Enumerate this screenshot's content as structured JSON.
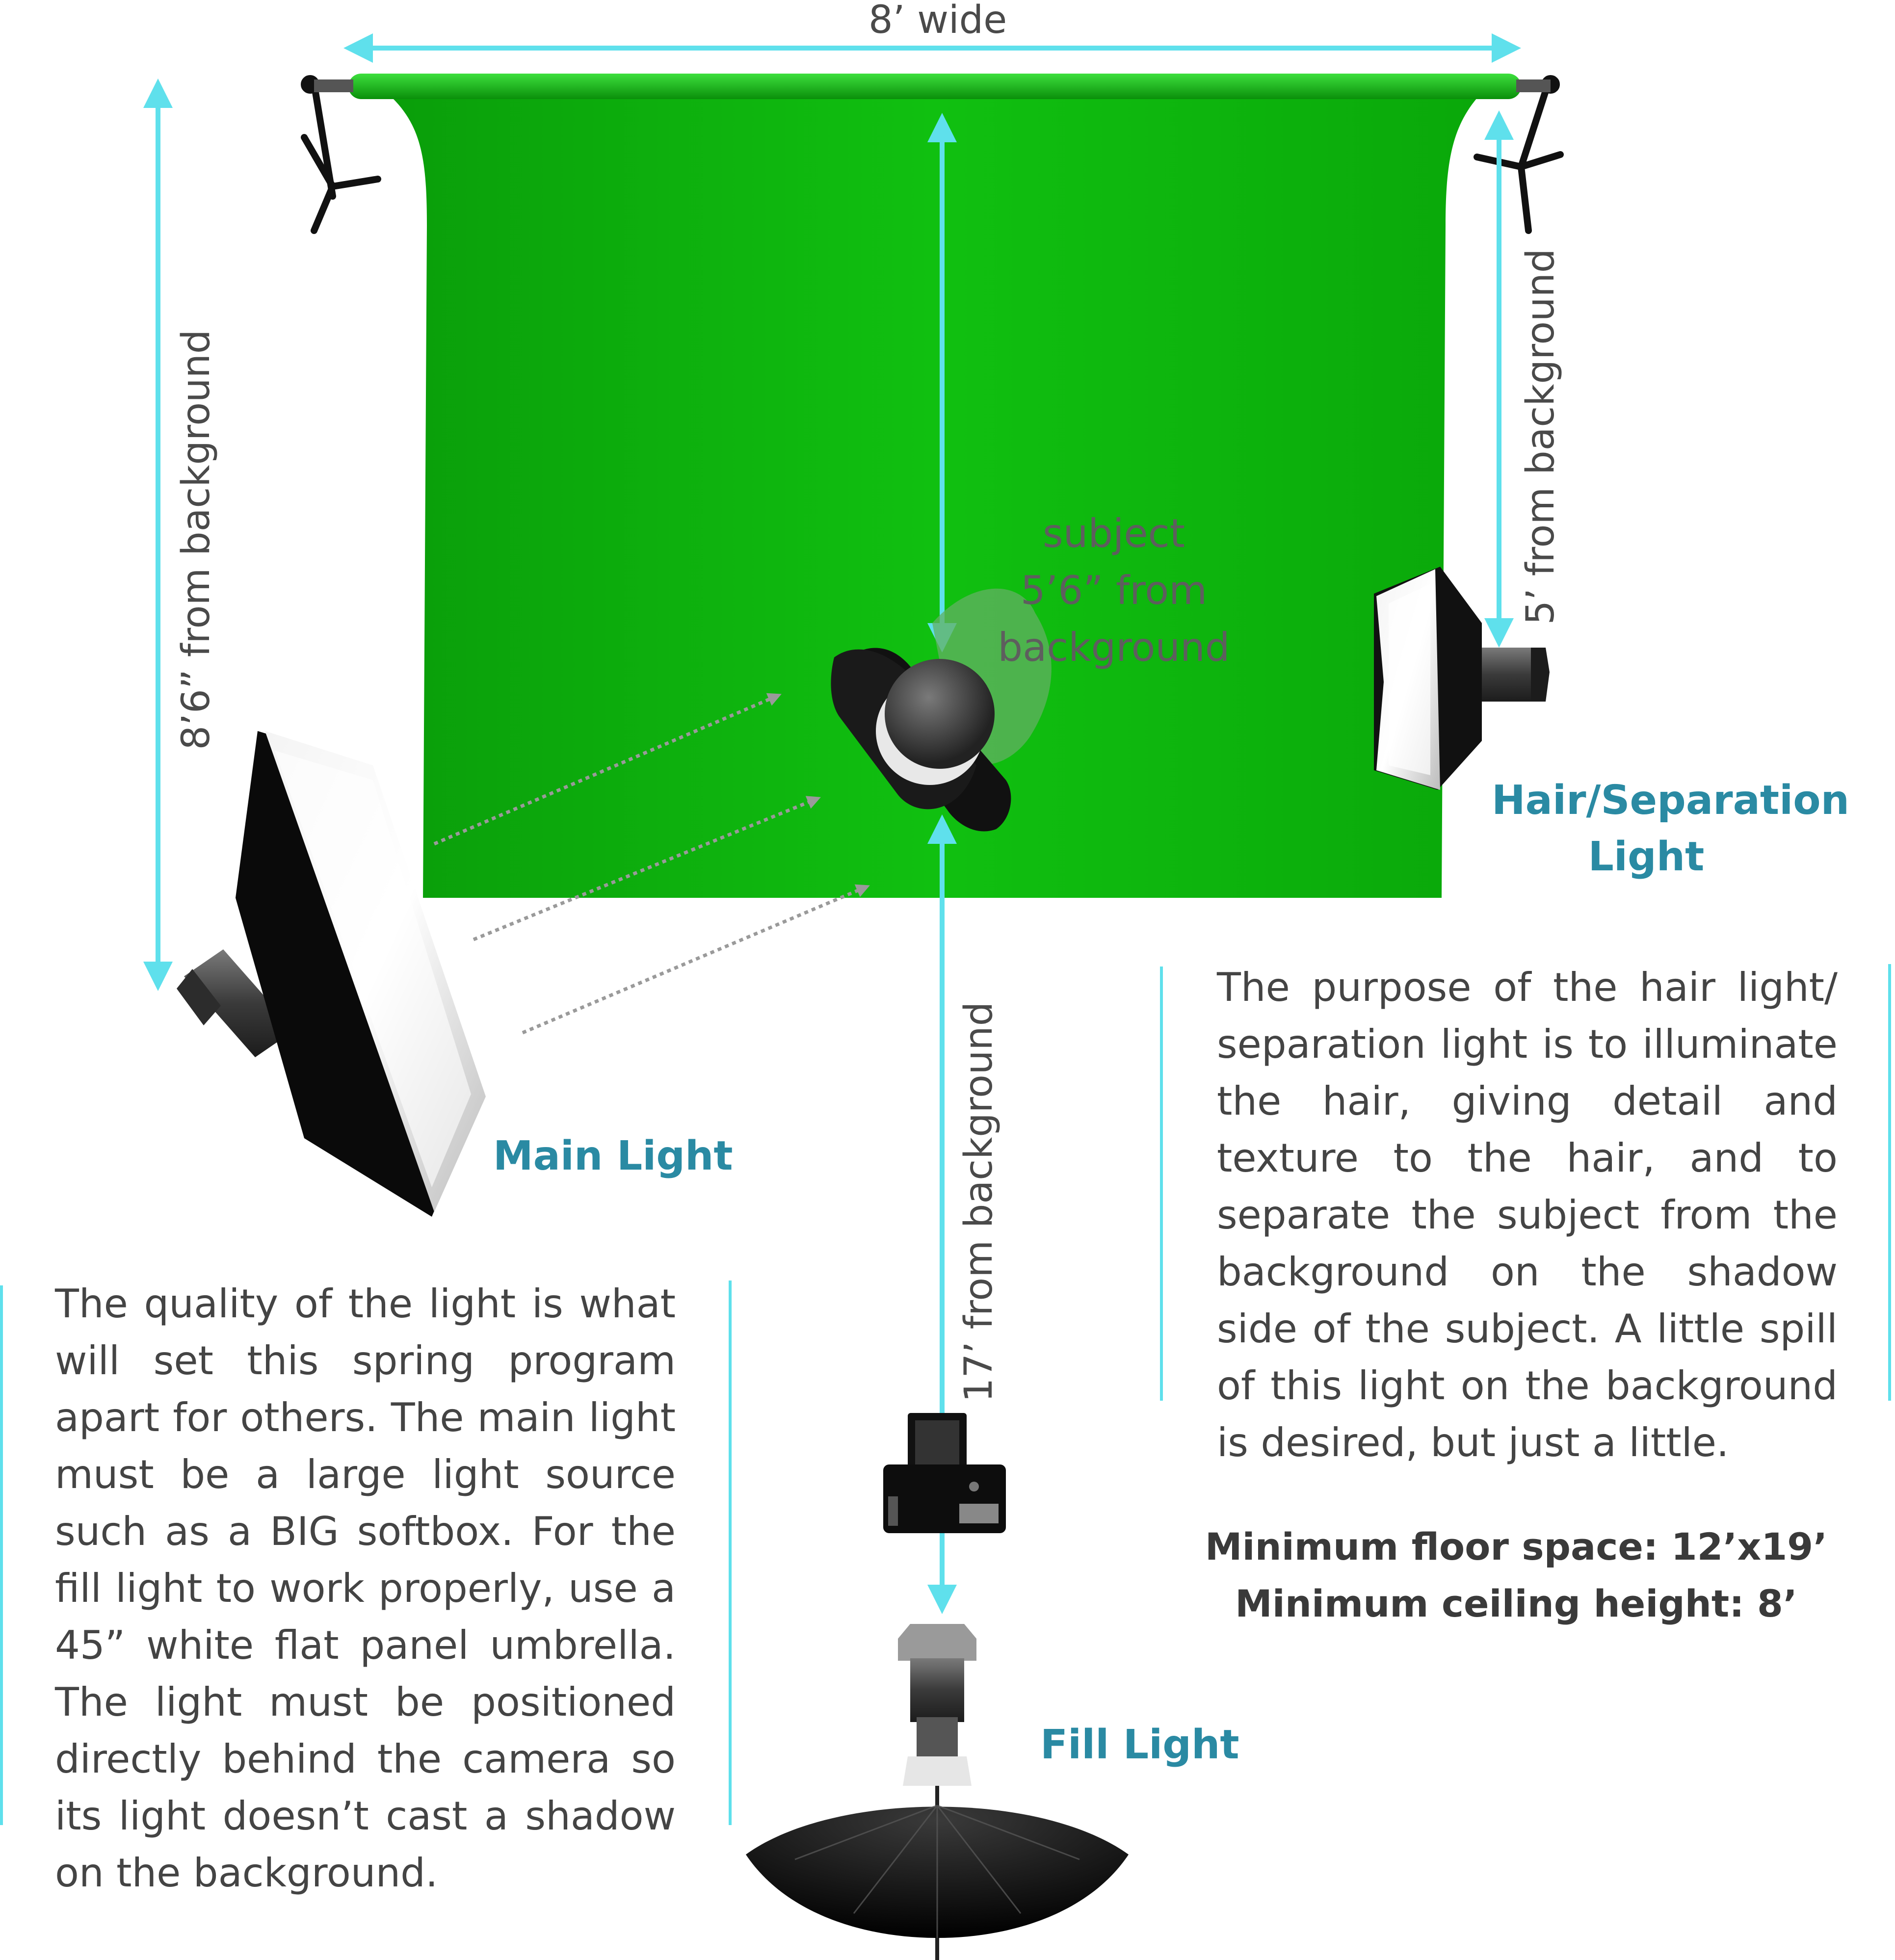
{
  "dimensions": {
    "width": "8’ wide",
    "main_light_distance": "8’6” from background",
    "hair_light_distance": "5’ from background",
    "camera_distance": "17’ from background"
  },
  "subject": {
    "line1": "subject",
    "line2": "5’6” from",
    "line3": "background"
  },
  "labels": {
    "main_light": "Main Light",
    "hair_light_line1": "Hair/Separation",
    "hair_light_line2": "Light",
    "fill_light": "Fill Light"
  },
  "paragraphs": {
    "main": "The quality of the light is what will set this spring program apart for others. The main light must be a large light source such as a BIG softbox. For the fill light to work properly, use a 45” white flat panel umbrella. The light must be positioned directly behind the camera so its light doesn’t cast a shadow on the background.",
    "hair": "The purpose of the hair light/ separation light is to illuminate the hair, giving detail and texture to the hair, and to separate the subject from the background on the shadow side of the subject. A little spill of this light on the background is desired, but just a little."
  },
  "requirements": {
    "floor": "Minimum floor space: 12’x19’",
    "ceiling": "Minimum ceiling height: 8’"
  },
  "colors": {
    "backdrop": "#0cbd0c",
    "arrow": "#5fe0ec",
    "label": "#2a8aa3"
  }
}
